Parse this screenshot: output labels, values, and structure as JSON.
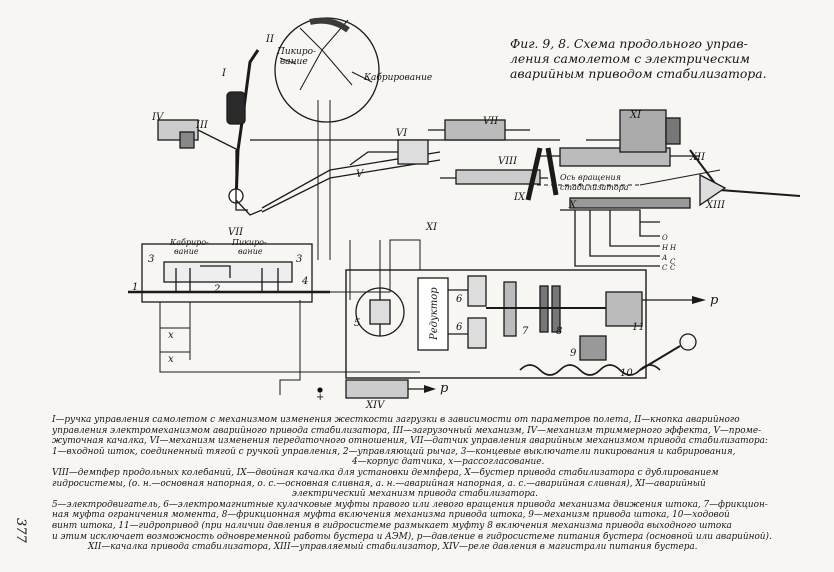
{
  "caption": {
    "line1": "Фиг. 9, 8. Схема продольного управ-",
    "line2": "ления самолетом с электрическим",
    "line3": "аварийным приводом стабилизатора."
  },
  "labels": {
    "pikirovanie_top": "Пикиро-",
    "pikirovanie_top2": "вание",
    "kabrirovanie_top": "Кабрирование",
    "os_vrashcheniya1": "Ось вращения",
    "os_vrashcheniya2": "стабилизатора",
    "kabrirovanie_box1": "Кабриро-",
    "kabrirovanie_box2": "вание",
    "pikirovanie_box1": "Пикиро-",
    "pikirovanie_box2": "вание",
    "reduktor": "Редуктор",
    "p_right": "p",
    "p_bottom": "p",
    "plus": "+",
    "x_upper": "x",
    "x_lower": "x",
    "wire_labels": [
      "О",
      "Н",
      "А",
      "С",
      "С"
    ],
    "wire_labels2": [
      "",
      "",
      "Н",
      "",
      "С"
    ],
    "roman": [
      "I",
      "II",
      "III",
      "IV",
      "V",
      "VI",
      "VII",
      "VIII",
      "IX",
      "X",
      "XI",
      "XII",
      "XIII",
      "XIV",
      "VII",
      "XI"
    ],
    "numbers": [
      "1",
      "2",
      "3",
      "3",
      "4",
      "5",
      "6",
      "6",
      "7",
      "8",
      "9",
      "10",
      "11"
    ]
  },
  "legend": {
    "lines": [
      "I—ручка управления самолетом с механизмом изменения жесткости загрузки в зависимости от параметров полета, II—кнопка аварийного",
      "управления электромеханизмом аварийного привода стабилизатора, III—загрузочный механизм, IV—механизм триммерного эффекта, V—проме-",
      "жуточная качалка, VI—механизм изменения передаточного отношения, VII—датчик управления аварийным механизмом привода стабилизатора:",
      "1—входной шток, соединенный тягой с ручкой управления, 2—управляющий рычаг, 3—концевые выключатели пикирования и кабрирования,",
      "4—корпус датчика, x—рассогласование.",
      "VIII—демпфер продольных колебаний, IX—двойная качалка для установки демпфера, X—бустер привода стабилизатора с дублированием",
      "гидросистемы, (о. н.—основная напорная, о. с.—основная сливная, а. н.—аварийная напорная, а. с.—аварийная сливная), XI—аварийный",
      "электрический механизм привода стабилизатора.",
      "5—электродвигатель, 6—электромагнитные кулачковые муфты правого или левого вращения привода механизма движения штока, 7—фрикцион-",
      "ная муфта ограничения момента, 8—фрикционная муфта включения механизма привода штока, 9—механизм привода штока, 10—ходовой",
      "винт штока, 11—гидропривод (при наличии давления в гидросистеме размыкает муфту 8 включения механизма привода выходного штока",
      "и этим исключает возможность одновременной работы бустера и АЭМ), p—давление в гидросистеме питания бустера (основной или аварийной).",
      "XII—качалка привода стабилизатора, XIII—управляемый стабилизатор, XIV—реле давления в магистрали питания бустера."
    ]
  },
  "page_number": "377"
}
